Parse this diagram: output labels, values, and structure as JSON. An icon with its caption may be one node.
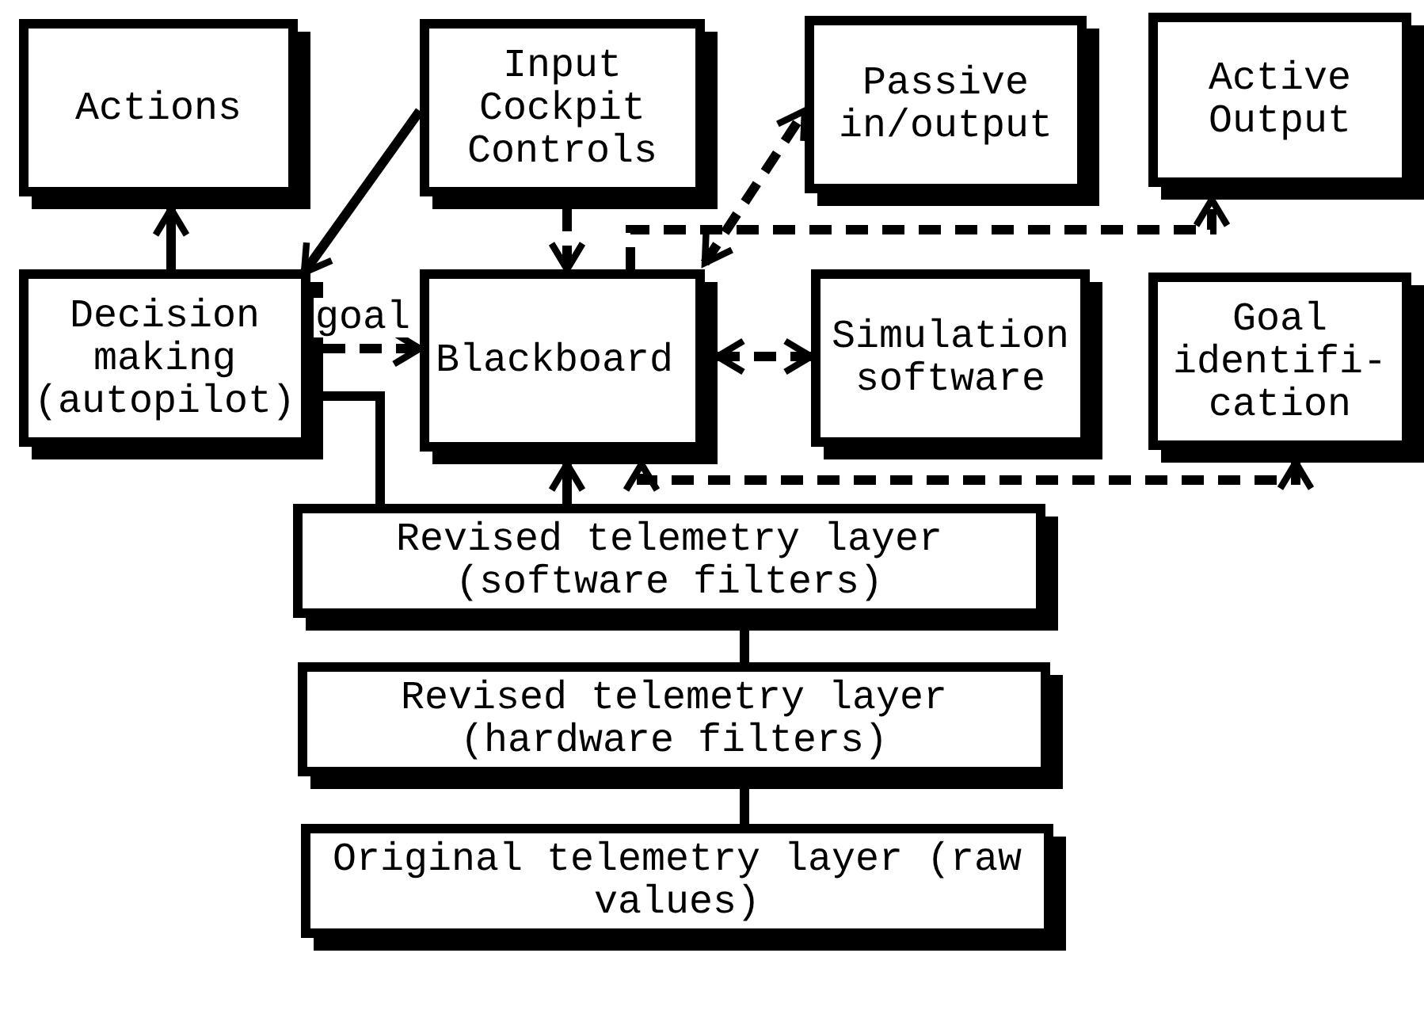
{
  "diagram": {
    "nodes": [
      {
        "text": [
          "Actions"
        ]
      },
      {
        "text": [
          "Input Cockpit Controls"
        ]
      },
      {
        "text": [
          "Passive in/output"
        ]
      },
      {
        "text": [
          "Active Output"
        ]
      },
      {
        "text": [
          "Decision making (autopilot)"
        ]
      },
      {
        "text": [
          "Blackboard"
        ]
      },
      {
        "text": [
          "Simulation software"
        ]
      },
      {
        "text": [
          "Goal identifi- cation"
        ]
      },
      {
        "text": [
          "Revised telemetry layer (software filters)"
        ]
      },
      {
        "text": [
          "Revised telemetry layer (hardware filters)"
        ]
      },
      {
        "text": [
          "Original telemetry layer (raw values)"
        ]
      }
    ],
    "edges": [
      {
        "from": 4,
        "to": 0,
        "arrow": "to"
      },
      {
        "from": 1,
        "to": 4,
        "arrow": "to"
      },
      {
        "from": 4,
        "to": 5,
        "arrow": "to",
        "label": "goal",
        "style": "dashed"
      },
      {
        "from": 1,
        "to": 5,
        "arrow": "to",
        "style": "dashed"
      },
      {
        "from": 5,
        "to": 3,
        "arrow": "to",
        "style": "dashed"
      },
      {
        "from": 5,
        "to": 2,
        "arrow": "both",
        "style": "dashed"
      },
      {
        "from": 5,
        "to": 6,
        "arrow": "both",
        "style": "dashed"
      },
      {
        "from": 8,
        "to": 5,
        "arrow": "to"
      },
      {
        "from": 7,
        "to": 5,
        "arrow": "both",
        "style": "dashed"
      },
      {
        "from": 4,
        "to": 8,
        "arrow": "none"
      },
      {
        "from": 8,
        "to": 9,
        "arrow": "none"
      },
      {
        "from": 9,
        "to": 10,
        "arrow": "none"
      }
    ]
  }
}
